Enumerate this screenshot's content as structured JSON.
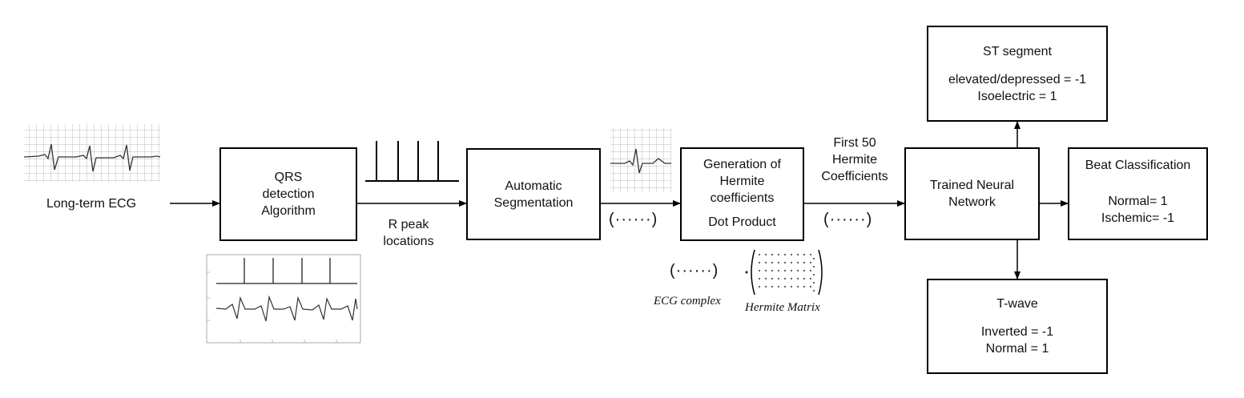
{
  "nodes": {
    "qrs": {
      "lines": [
        "QRS",
        "detection",
        "Algorithm"
      ]
    },
    "seg": {
      "lines": [
        "Automatic",
        "Segmentation"
      ]
    },
    "herm": {
      "lines": [
        "Generation of",
        "Hermite",
        "coefficients"
      ],
      "footer": "Dot Product"
    },
    "nn": {
      "lines": [
        "Trained Neural",
        "Network"
      ]
    },
    "st": {
      "title": "ST segment",
      "lines": [
        "elevated/depressed = -1",
        "Isoelectric = 1"
      ]
    },
    "beat": {
      "title": "Beat Classification",
      "lines": [
        "Normal= 1",
        "Ischemic= -1"
      ]
    },
    "twave": {
      "title": "T-wave",
      "lines": [
        "Inverted = -1",
        "Normal = 1"
      ]
    }
  },
  "labels": {
    "input": "Long-term ECG",
    "rpeak": [
      "R peak",
      "locations"
    ],
    "first50": [
      "First 50",
      "Hermite",
      "Coefficients"
    ],
    "vector_dots": "(······)",
    "ecg_complex": "ECG complex",
    "hermite_matrix": "Hermite Matrix"
  }
}
